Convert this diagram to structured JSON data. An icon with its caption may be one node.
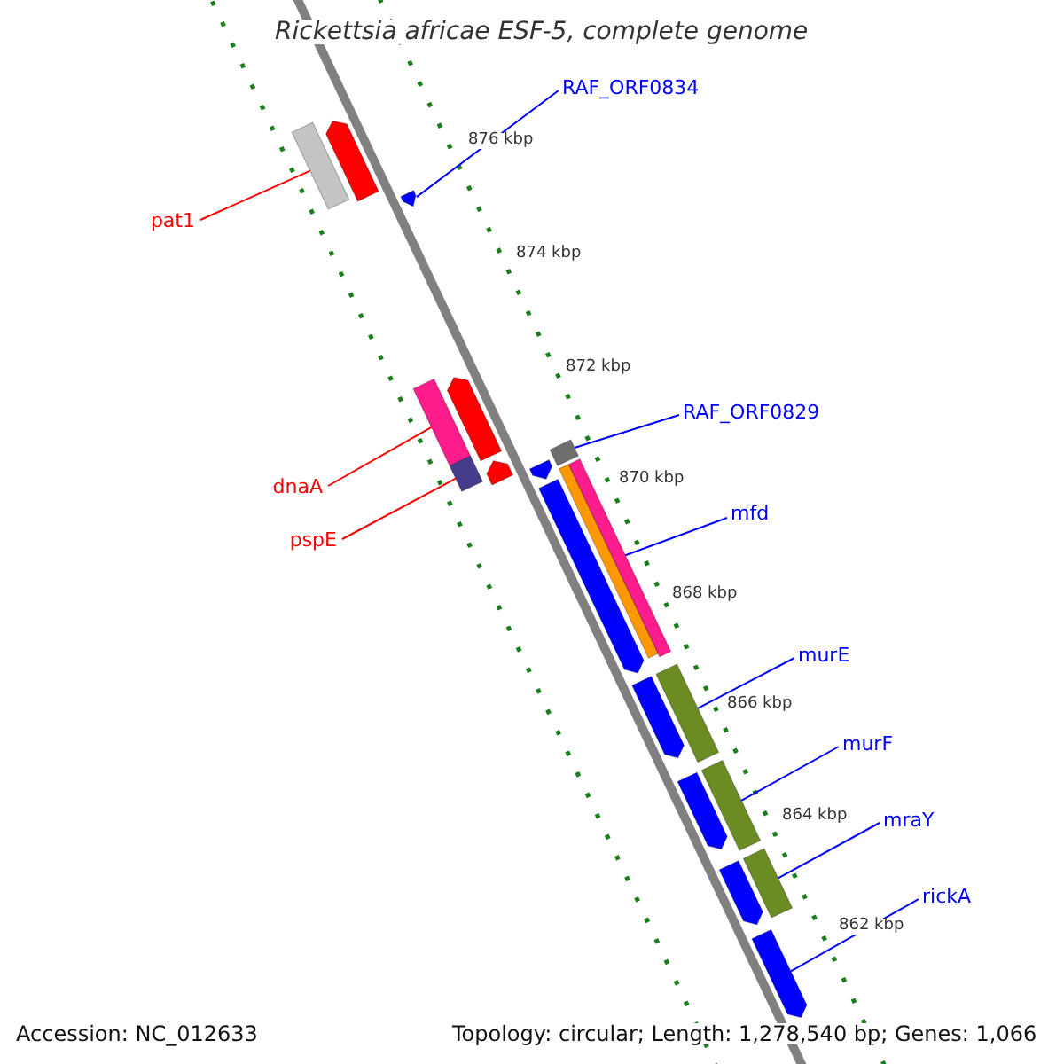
{
  "diagram": {
    "title": "Rickettsia africae ESF-5, complete genome",
    "nodes": [
      {
        "text": [
          "pat1"
        ]
      },
      {
        "text": [],
        "shape": "bar"
      },
      {
        "text": [
          "RAF_ORF0834"
        ]
      },
      {
        "text": [],
        "shape": "bar"
      },
      {
        "text": [
          "dnaA"
        ]
      },
      {
        "text": [],
        "shape": "bar"
      },
      {
        "text": [
          "pspE"
        ]
      },
      {
        "text": [],
        "shape": "bar"
      },
      {
        "text": [
          "RAF_ORF0829"
        ]
      },
      {
        "text": [],
        "shape": "bar"
      },
      {
        "text": [
          "mfd"
        ]
      },
      {
        "text": [],
        "shape": "bar"
      },
      {
        "text": [
          "murE"
        ]
      },
      {
        "text": [],
        "shape": "bar"
      },
      {
        "text": [
          "murF"
        ]
      },
      {
        "text": [],
        "shape": "bar"
      },
      {
        "text": [
          "mraY"
        ]
      },
      {
        "text": [],
        "shape": "bar"
      },
      {
        "text": [
          "rickA"
        ]
      },
      {
        "text": [],
        "shape": "bar"
      },
      {
        "text": [],
        "shape": "bar"
      },
      {
        "text": [],
        "shape": "bar"
      },
      {
        "text": [],
        "shape": "bar"
      },
      {
        "text": [],
        "shape": "bar"
      },
      {
        "text": [],
        "shape": "bar"
      },
      {
        "text": [],
        "shape": "bar"
      },
      {
        "text": [],
        "shape": "bar"
      },
      {
        "text": [],
        "shape": "bar"
      },
      {
        "text": [],
        "shape": "bar"
      }
    ],
    "edges": [
      {
        "from": 0,
        "to": 1,
        "arrow": "none",
        "color": "#ff0000"
      },
      {
        "from": 2,
        "to": 3,
        "arrow": "none"
      },
      {
        "from": 4,
        "to": 5,
        "arrow": "none",
        "color": "#ff0000"
      },
      {
        "from": 6,
        "to": 7,
        "arrow": "none",
        "color": "#ff0000"
      },
      {
        "from": 8,
        "to": 9,
        "arrow": "none"
      },
      {
        "from": 10,
        "to": 11,
        "arrow": "none"
      },
      {
        "from": 12,
        "to": 13,
        "arrow": "none"
      },
      {
        "from": 14,
        "to": 15,
        "arrow": "none"
      },
      {
        "from": 16,
        "to": 17,
        "arrow": "none"
      },
      {
        "from": 18,
        "to": 19,
        "arrow": "none"
      }
    ],
    "labels": [
      "876 kbp",
      "874 kbp",
      "872 kbp",
      "870 kbp",
      "868 kbp",
      "866 kbp",
      "864 kbp",
      "862 kbp",
      "Accession: NC_012633",
      "Topology: circular; Length: 1,278,540 bp; Genes: 1,066"
    ]
  }
}
